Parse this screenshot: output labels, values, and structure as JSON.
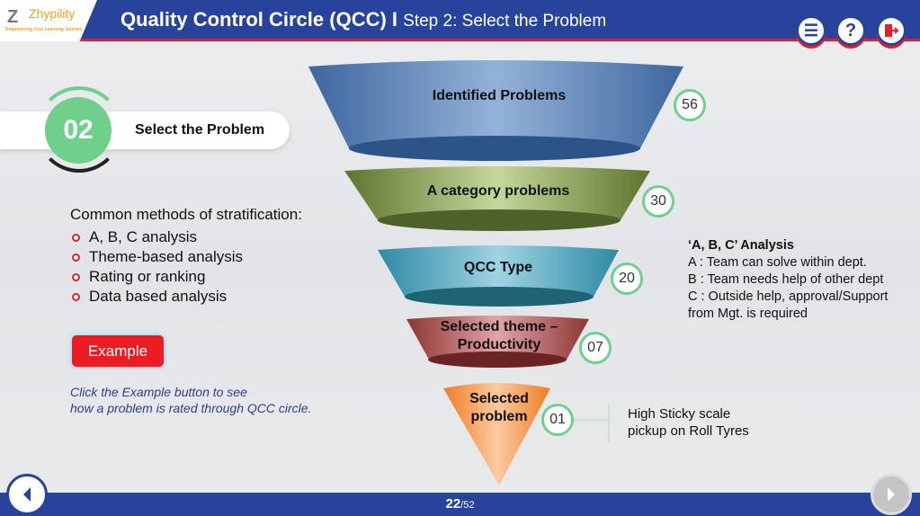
{
  "header": {
    "logo_name": "Zhypility",
    "logo_tagline": "Empowering Your Learning Journey",
    "title": "Quality Control Circle (QCC) I",
    "subtitle": "Step 2: Select the Problem",
    "buttons": [
      {
        "icon": "menu-icon"
      },
      {
        "icon": "help-icon",
        "label": "?"
      },
      {
        "icon": "exit-icon"
      }
    ]
  },
  "step": {
    "number": "02",
    "label": "Select the Problem"
  },
  "methods": {
    "heading": "Common methods of stratification:",
    "items": [
      "A, B, C analysis",
      "Theme-based analysis",
      "Rating or ranking",
      "Data based analysis"
    ]
  },
  "example_button": "Example",
  "hint": {
    "line1": "Click the Example button to see",
    "line2": "how a problem is rated through QCC circle."
  },
  "funnel": [
    {
      "label": "Identified Problems",
      "count": "56",
      "color": "#5b82b8"
    },
    {
      "label": "A category problems",
      "count": "30",
      "color": "#8ea358"
    },
    {
      "label": "QCC Type",
      "count": "20",
      "color": "#4fa3bd"
    },
    {
      "label1": "Selected theme –",
      "label2": "Productivity",
      "count": "07",
      "color": "#b55a5a"
    },
    {
      "label1": "Selected",
      "label2": "problem",
      "count": "01",
      "color": "#f39a4a"
    }
  ],
  "abc": {
    "title": "‘A, B, C’ Analysis",
    "a": "A : Team can solve within dept.",
    "b": "B : Team needs help of other dept",
    "c1": "C : Outside help, approval/Support",
    "c2": "from Mgt. is required"
  },
  "selected_note": {
    "line1": "High Sticky scale",
    "line2": "pickup on Roll Tyres"
  },
  "footer": {
    "current": "22",
    "total": "/52"
  }
}
